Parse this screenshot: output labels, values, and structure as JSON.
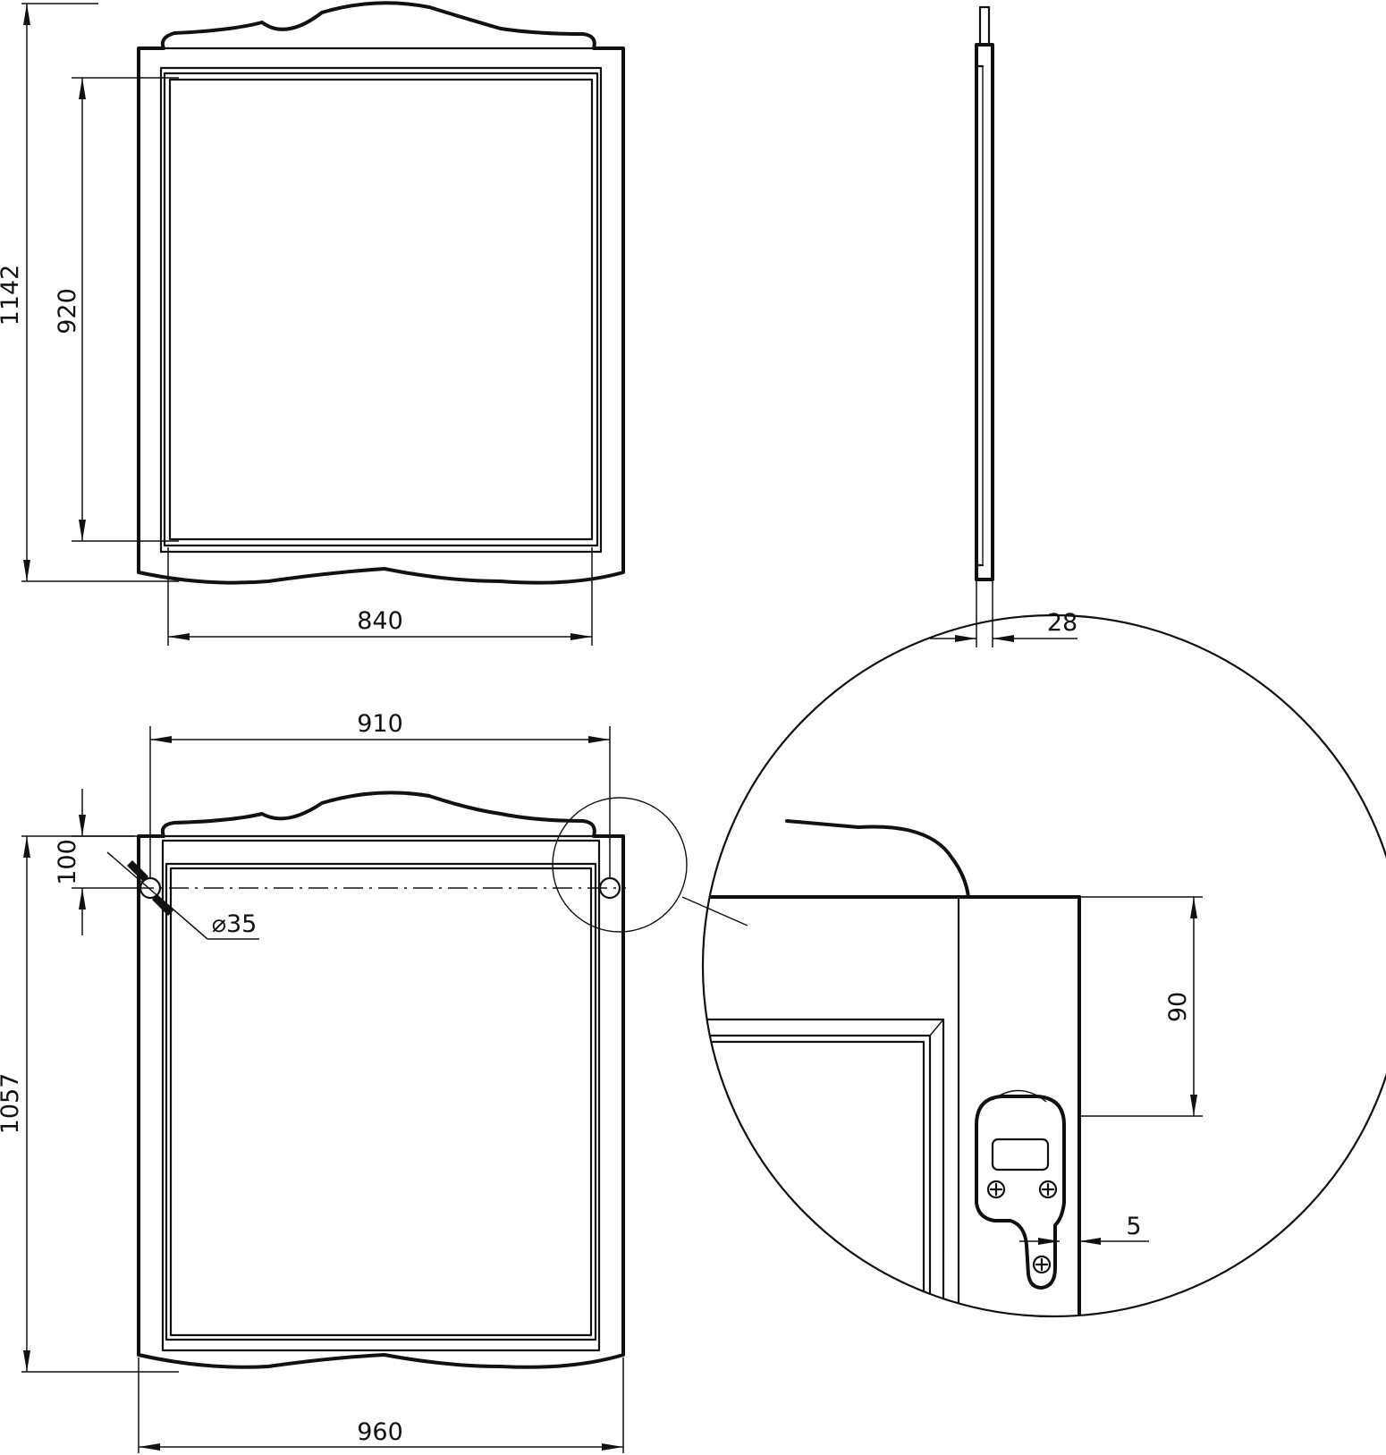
{
  "dimensions": {
    "front_height_total": "1142",
    "front_frame_inner_height": "920",
    "front_inner_width": "840",
    "side_thickness": "28",
    "back_mount_spacing": "910",
    "back_hole_offset": "100",
    "back_hole_diameter": "⌀35",
    "back_height": "1057",
    "back_total_width": "960",
    "detail_bracket_offset": "90",
    "detail_bracket_gap": "5"
  },
  "colors": {
    "line": "#111111",
    "background": "#ffffff"
  }
}
